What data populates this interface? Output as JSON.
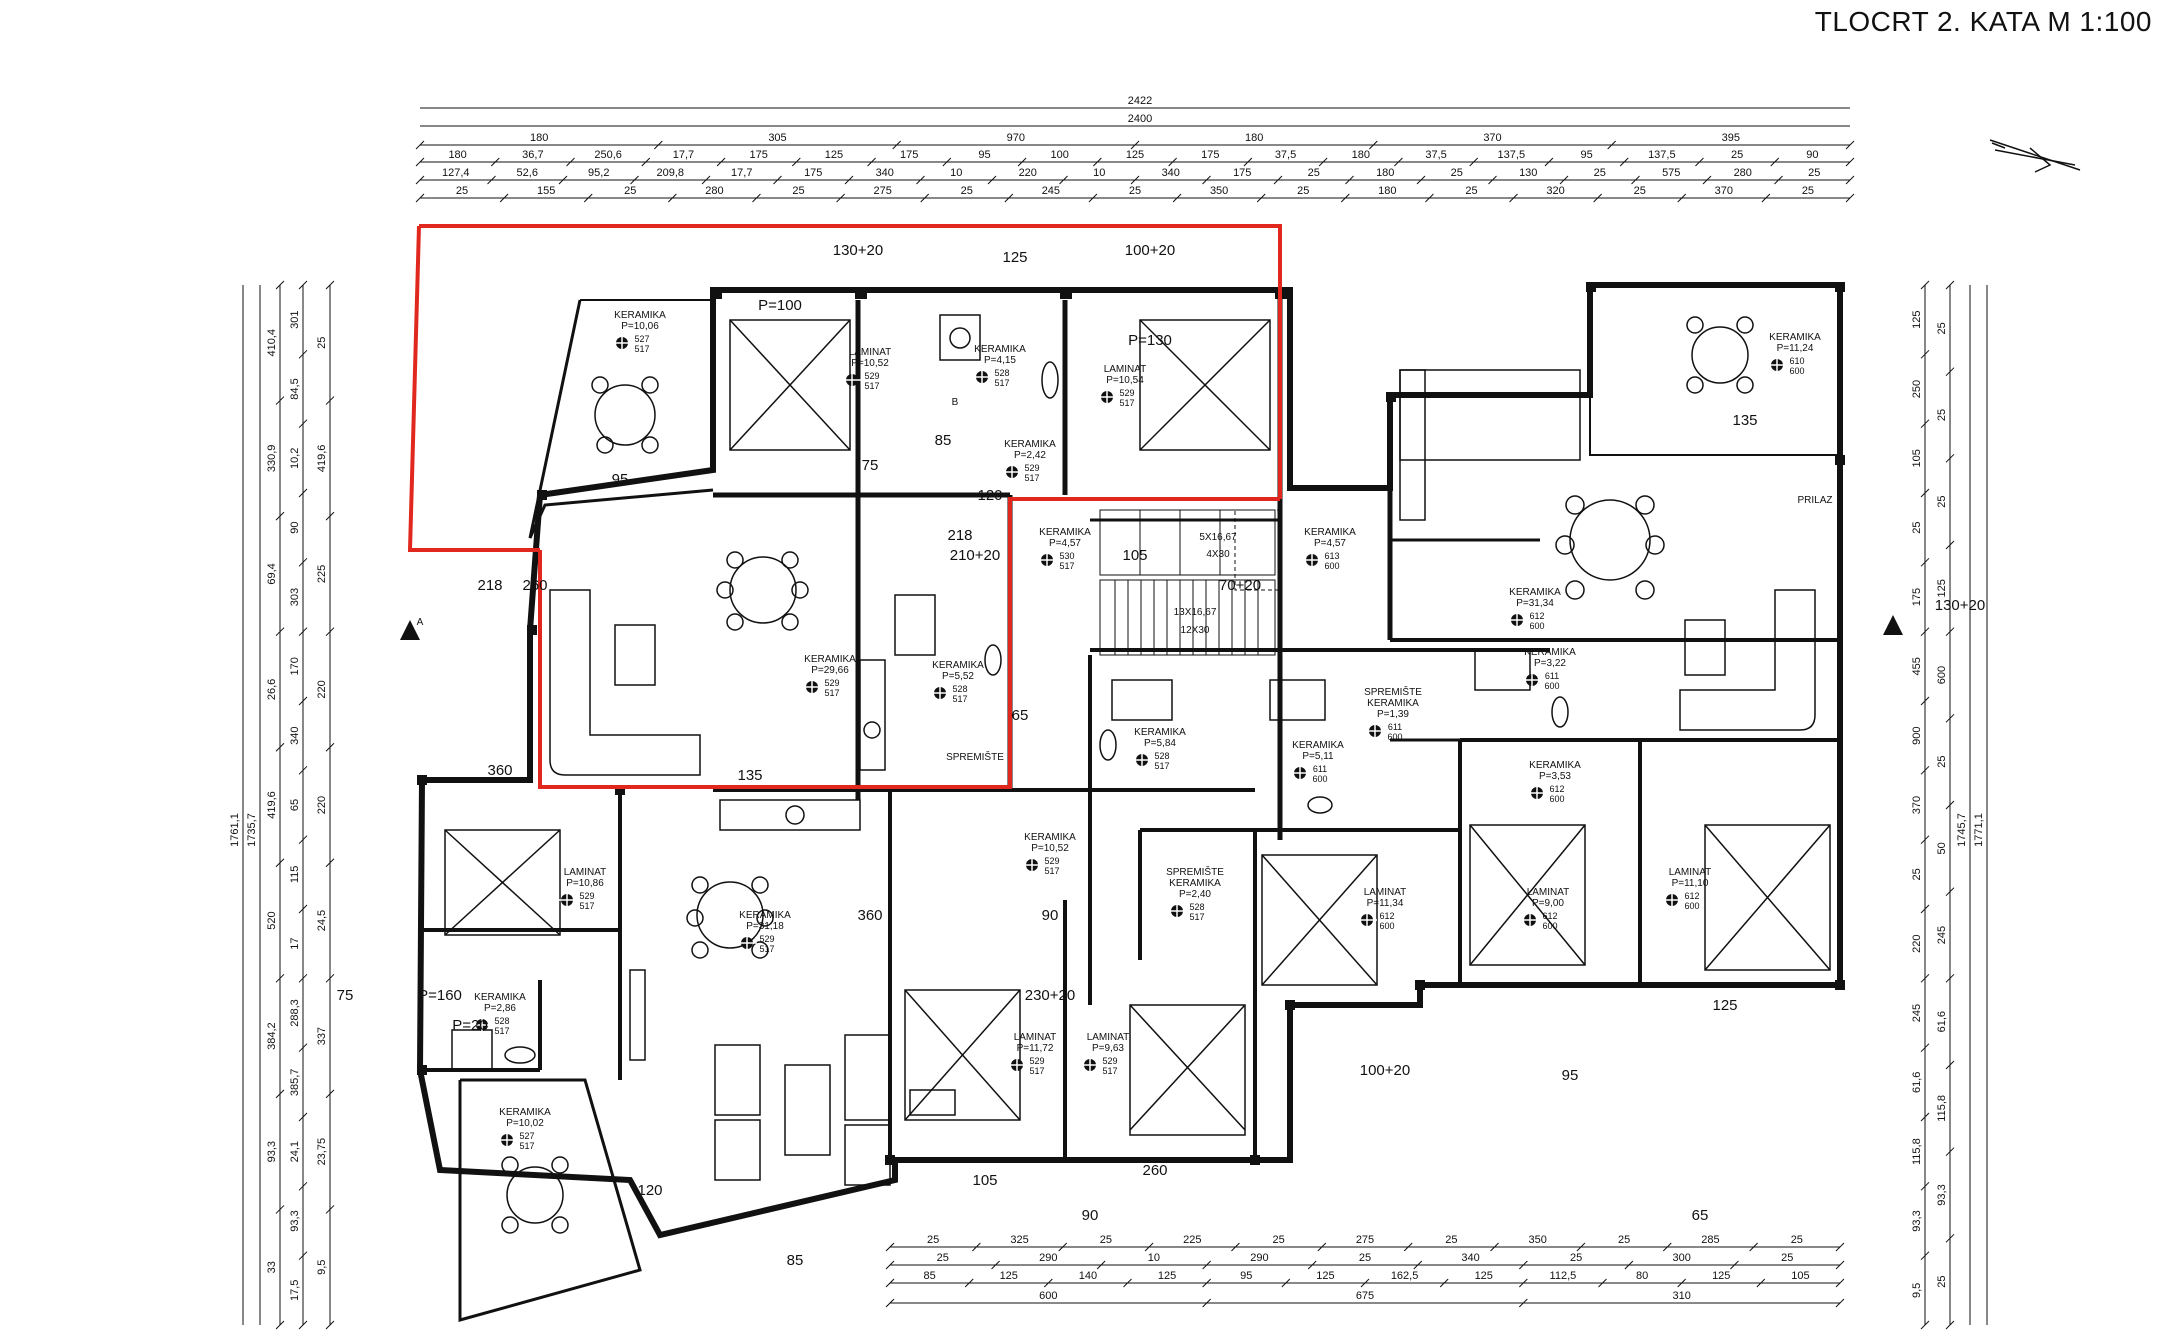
{
  "sheet": {
    "title": "TLOCRT 2. KATA  M 1:100"
  },
  "dimensions": {
    "top_total": [
      "2422",
      "2400"
    ],
    "top_row1": [
      "180",
      "305",
      "970",
      "180",
      "370",
      "395"
    ],
    "top_row2": [
      "180",
      "36,7",
      "250,6",
      "17,7",
      "175",
      "125",
      "175",
      "95",
      "100",
      "125",
      "175",
      "37,5",
      "180",
      "37,5",
      "137,5",
      "95",
      "137,5",
      "25",
      "90"
    ],
    "top_row3": [
      "127,4",
      "52,6",
      "95,2",
      "209,8",
      "17,7",
      "175",
      "340",
      "10",
      "220",
      "10",
      "340",
      "175",
      "25",
      "180",
      "25",
      "130",
      "25",
      "575",
      "280",
      "25"
    ],
    "top_row4": [
      "25",
      "155",
      "25",
      "280",
      "25",
      "275",
      "25",
      "245",
      "25",
      "350",
      "25",
      "180",
      "25",
      "320",
      "25",
      "370",
      "25"
    ],
    "bottom_row1": [
      "25",
      "325",
      "25",
      "225",
      "25",
      "275",
      "25",
      "350",
      "25",
      "285",
      "25"
    ],
    "bottom_row2": [
      "25",
      "290",
      "10",
      "290",
      "25",
      "340",
      "25",
      "300",
      "25"
    ],
    "bottom_row3": [
      "85",
      "125",
      "140",
      "125",
      "95",
      "125",
      "162,5",
      "125",
      "112,5",
      "80",
      "125",
      "105"
    ],
    "bottom_row4": [
      "600",
      "675",
      "310"
    ],
    "left_total": [
      "1761,1",
      "1735,7"
    ],
    "left_col1": [
      "410,4",
      "330,9",
      "69,4",
      "26,6",
      "419,6",
      "520",
      "384,2",
      "93,3",
      "33"
    ],
    "left_col2": [
      "301",
      "84,5",
      "10,2",
      "90",
      "303",
      "170",
      "340",
      "65",
      "115",
      "17",
      "288,3",
      "385,7",
      "24,1",
      "93,3",
      "17,5"
    ],
    "left_col3": [
      "25",
      "419,6",
      "225",
      "220",
      "220",
      "24,5",
      "337",
      "23,75",
      "9,5"
    ],
    "right_total": [
      "1745,7",
      "1771,1"
    ],
    "right_col1": [
      "125",
      "250",
      "105",
      "25",
      "175",
      "455",
      "900",
      "370",
      "25",
      "220",
      "245",
      "61,6",
      "115,8",
      "93,3",
      "9,5"
    ],
    "right_col2": [
      "25",
      "25",
      "25",
      "125",
      "600",
      "25",
      "50",
      "245",
      "61,6",
      "115,8",
      "93,3",
      "25"
    ]
  },
  "rooms": [
    {
      "material": "KERAMIKA",
      "area": "P=10,06",
      "code": [
        "527",
        "517"
      ]
    },
    {
      "material": "LAMINAT",
      "area": "P=10,52",
      "code": [
        "529",
        "517"
      ]
    },
    {
      "material": "KERAMIKA",
      "area": "P=4,15",
      "code": [
        "528",
        "517"
      ]
    },
    {
      "material": "LAMINAT",
      "area": "P=10,54",
      "code": [
        "529",
        "517"
      ]
    },
    {
      "material": "KERAMIKA",
      "area": "P=2,42",
      "code": [
        "529",
        "517"
      ]
    },
    {
      "material": "KERAMIKA",
      "area": "P=4,57",
      "code": [
        "530",
        "517"
      ]
    },
    {
      "material": "KERAMIKA",
      "area": "P=4,57",
      "code": [
        "613",
        "600"
      ]
    },
    {
      "material": "KERAMIKA",
      "area": "P=11,24",
      "code": [
        "610",
        "600"
      ]
    },
    {
      "material": "KERAMIKA",
      "area": "P=31,34",
      "code": [
        "612",
        "600"
      ]
    },
    {
      "material": "KERAMIKA",
      "area": "P=29,66",
      "code": [
        "529",
        "517"
      ]
    },
    {
      "material": "KERAMIKA",
      "area": "P=5,52",
      "code": [
        "528",
        "517"
      ]
    },
    {
      "material": "KERAMIKA",
      "area": "P=3,22",
      "code": [
        "611",
        "600"
      ]
    },
    {
      "material": "SPREMIŠTE KERAMIKA",
      "area": "P=1,39",
      "code": [
        "611",
        "600"
      ]
    },
    {
      "material": "KERAMIKA",
      "area": "P=5,84",
      "code": [
        "528",
        "517"
      ]
    },
    {
      "material": "KERAMIKA",
      "area": "P=5,11",
      "code": [
        "611",
        "600"
      ]
    },
    {
      "material": "KERAMIKA",
      "area": "P=3,53",
      "code": [
        "612",
        "600"
      ]
    },
    {
      "material": "LAMINAT",
      "area": "P=10,86",
      "code": [
        "529",
        "517"
      ]
    },
    {
      "material": "KERAMIKA",
      "area": "P=10,52",
      "code": [
        "529",
        "517"
      ]
    },
    {
      "material": "SPREMIŠTE KERAMIKA",
      "area": "P=2,40",
      "code": [
        "528",
        "517"
      ]
    },
    {
      "material": "LAMINAT",
      "area": "P=11,34",
      "code": [
        "612",
        "600"
      ]
    },
    {
      "material": "LAMINAT",
      "area": "P=9,00",
      "code": [
        "612",
        "600"
      ]
    },
    {
      "material": "LAMINAT",
      "area": "P=11,10",
      "code": [
        "612",
        "600"
      ]
    },
    {
      "material": "KERAMIKA",
      "area": "P=31,18",
      "code": [
        "529",
        "517"
      ]
    },
    {
      "material": "KERAMIKA",
      "area": "P=2,86",
      "code": [
        "528",
        "517"
      ]
    },
    {
      "material": "LAMINAT",
      "area": "P=11,72",
      "code": [
        "529",
        "517"
      ]
    },
    {
      "material": "LAMINAT",
      "area": "P=9,63",
      "code": [
        "529",
        "517"
      ]
    },
    {
      "material": "KERAMIKA",
      "area": "P=10,02",
      "code": [
        "527",
        "517"
      ]
    }
  ],
  "openings": [
    "130+20",
    "125",
    "100+20",
    "95",
    "260",
    "105",
    "85",
    "218",
    "75",
    "135",
    "120",
    "360",
    "90",
    "65",
    "70+20",
    "210+20",
    "230+20",
    "P=100",
    "P=130",
    "P=160",
    "P=20"
  ],
  "annotations": [
    "SPREMIŠTE",
    "13X16,67",
    "12X30",
    "5X16,67",
    "4X30",
    "PRILAZ",
    "B",
    "A"
  ],
  "colors": {
    "highlight": "#e0281e",
    "ink": "#111111",
    "paper": "#ffffff"
  }
}
